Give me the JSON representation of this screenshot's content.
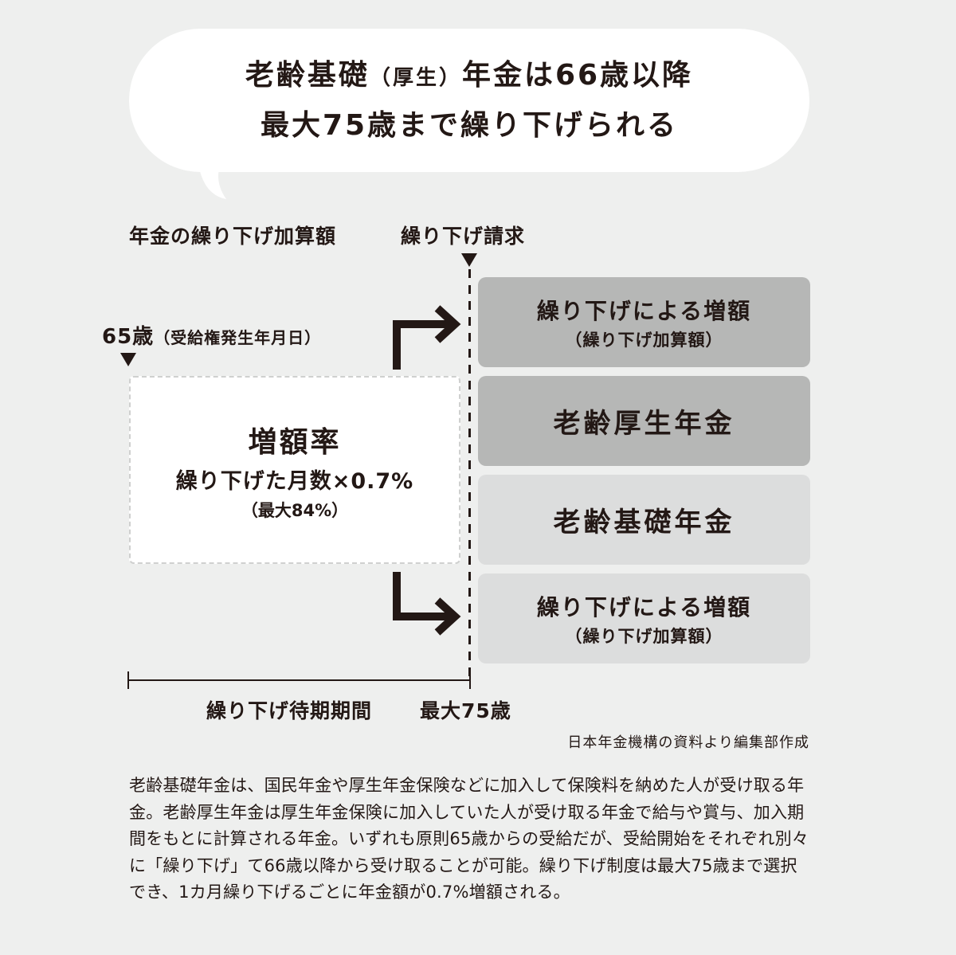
{
  "headline": {
    "line1_prefix": "老齢基礎",
    "line1_paren": "（厚生）",
    "line1_suffix": "年金は66歳以降",
    "line2": "最大75歳まで繰り下げられる"
  },
  "labels": {
    "left_header": "年金の繰り下げ加算額",
    "request_header": "繰り下げ請求",
    "age65_main": "65歳",
    "age65_paren": "（受給権発生年月日）",
    "period": "繰り下げ待期期間",
    "max_age": "最大75歳"
  },
  "rate_box": {
    "title": "増額率",
    "formula": "繰り下げた月数×0.7%",
    "max": "（最大84%）"
  },
  "stack": [
    {
      "main": "繰り下げによる増額",
      "sub": "（繰り下げ加算額）",
      "color": "#b6b7b6"
    },
    {
      "main": "老齢厚生年金",
      "sub": "",
      "color": "#b6b7b6"
    },
    {
      "main": "老齢基礎年金",
      "sub": "",
      "color": "#dcdddd"
    },
    {
      "main": "繰り下げによる増額",
      "sub": "（繰り下げ加算額）",
      "color": "#dcdddd"
    }
  ],
  "source": "日本年金機構の資料より編集部作成",
  "body": "老齢基礎年金は、国民年金や厚生年金保険などに加入して保険料を納めた人が受け取る年金。老齢厚生年金は厚生年金保険に加入していた人が受け取る年金で給与や賞与、加入期間をもとに計算される年金。いずれも原則65歳からの受給だが、受給開始をそれぞれ別々に「繰り下げ」て66歳以降から受け取ることが可能。繰り下げ制度は最大75歳まで選択でき、1カ月繰り下げるごとに年金額が0.7%増額される。",
  "colors": {
    "background": "#eeefee",
    "text": "#231815",
    "box_dark": "#b6b7b6",
    "box_light": "#dcdddd"
  }
}
